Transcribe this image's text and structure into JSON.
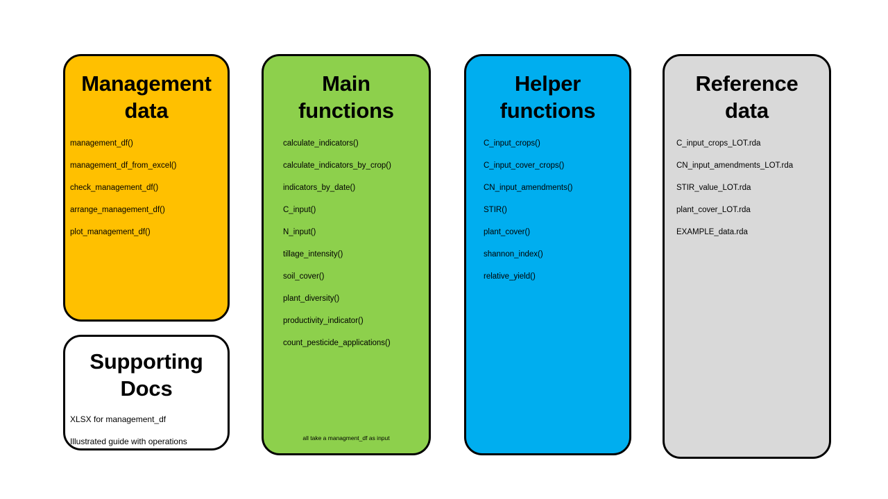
{
  "diagram": {
    "type": "package-structure-map",
    "panels": [
      {
        "id": "management",
        "title": "Management\ndata",
        "color": "#FFC000",
        "items": [
          "management_df()",
          "management_df_from_excel()",
          "check_management_df()",
          "arrange_management_df()",
          "plot_management_df()"
        ]
      },
      {
        "id": "supporting",
        "title": "Supporting\nDocs",
        "color": "#FFFFFF",
        "items": [
          "XLSX for management_df",
          "Illustrated guide with operations"
        ]
      },
      {
        "id": "main",
        "title": "Main\nfunctions",
        "color": "#8DD04C",
        "items": [
          "calculate_indicators()",
          "calculate_indicators_by_crop()",
          "indicators_by_date()",
          "C_input()",
          "N_input()",
          "tillage_intensity()",
          "soil_cover()",
          "plant_diversity()",
          "productivity_indicator()",
          "count_pesticide_applications()"
        ],
        "footnote": "all take a managment_df as input"
      },
      {
        "id": "helper",
        "title": "Helper\nfunctions",
        "color": "#00AEEF",
        "items": [
          "C_input_crops()",
          "C_input_cover_crops()",
          "CN_input_amendments()",
          "STIR()",
          "plant_cover()",
          "shannon_index()",
          "relative_yield()"
        ]
      },
      {
        "id": "reference",
        "title": "Reference\ndata",
        "color": "#D9D9D9",
        "items": [
          "C_input_crops_LOT.rda",
          "CN_input_amendments_LOT.rda",
          "STIR_value_LOT.rda",
          "plant_cover_LOT.rda",
          "EXAMPLE_data.rda"
        ]
      }
    ]
  }
}
